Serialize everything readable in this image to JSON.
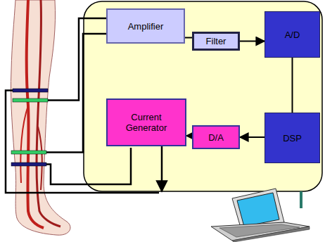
{
  "diagram": {
    "nodes": [
      {
        "text": [
          "Amplifier"
        ]
      },
      {
        "text": [
          "Filter"
        ]
      },
      {
        "text": [
          "A/D"
        ]
      },
      {
        "text": [
          "DSP"
        ]
      },
      {
        "text": [
          "D/A"
        ]
      },
      {
        "text": [
          "Current Generator"
        ]
      }
    ],
    "edges": [
      {
        "from": 0,
        "to": 1,
        "arrow": "none"
      },
      {
        "from": 1,
        "to": 2,
        "arrow": "to"
      },
      {
        "from": 2,
        "to": 3,
        "arrow": "none"
      },
      {
        "from": 3,
        "to": 4,
        "arrow": "to"
      },
      {
        "from": 4,
        "to": 5,
        "arrow": "to"
      }
    ]
  }
}
